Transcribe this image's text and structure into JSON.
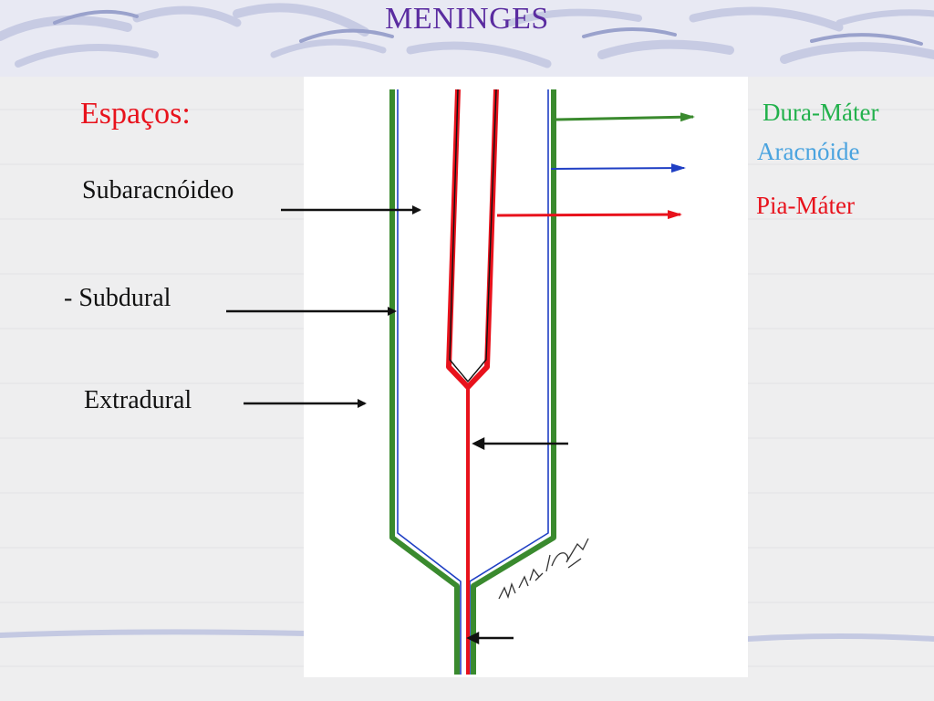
{
  "title": "MENINGES",
  "spaces_heading": "Espaços:",
  "spaces": [
    "Subaracnóideo",
    "- Subdural",
    "Extradural"
  ],
  "layers": [
    "Dura-Máter",
    "Aracnóide",
    "Pia-Máter"
  ],
  "colors": {
    "title": "#5a2ca0",
    "heading": "#e8121c",
    "dura": "#22b14c",
    "aracnoide": "#4aa3df",
    "pia": "#e8121c",
    "dura_line": "#3a8a2e",
    "arac_line": "#1f3fc4",
    "pia_line": "#e8121c"
  }
}
